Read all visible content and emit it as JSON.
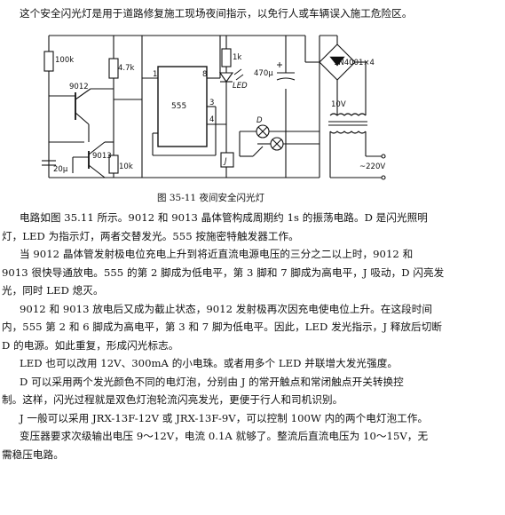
{
  "intro": "这个安全闪光灯是用于道路修复施工现场夜间指示，以免行人或车辆误入施工危险区。",
  "figure": {
    "caption": "图 35-11   夜间安全闪光灯",
    "labels": {
      "r1": "100k",
      "q1": "9012",
      "q2": "9013",
      "c1": "20μ",
      "r2": "4.7k",
      "r3": "10k",
      "pin1": "1",
      "pin8": "8",
      "pin3": "3",
      "pin4": "4",
      "ic": "555",
      "r4": "1k",
      "led": "LED",
      "c2": "470μ",
      "bridge": "1N4001×4",
      "v10": "10V",
      "lamp": "D",
      "relay": "J",
      "mains": "~220V"
    }
  },
  "paragraphs": [
    [
      "电路如图 35.11 所示。9012 和 9013 晶体管构成周期约 1s 的振荡电路。D 是闪光照明",
      "灯，LED 为指示灯，两者交替发光。555 按施密特触发器工作。"
    ],
    [
      "当 9012 晶体管发射极电位充电上升到将近直流电源电压的三分之二以上时，9012 和",
      "9013 很快导通放电。555 的第 2 脚成为低电平，第 3 脚和 7 脚成为高电平，J 吸动，D 闪亮发",
      "光，同时 LED 熄灭。"
    ],
    [
      "9012 和 9013 放电后又成为截止状态，9012 发射极再次因充电使电位上升。在这段时间",
      "内，555 第 2 和 6 脚成为高电平，第 3 和 7 脚为低电平。因此，LED 发光指示，J 释放后切断",
      "D 的电源。如此重复，形成闪光标志。"
    ],
    [
      "LED 也可以改用 12V、300mA 的小电珠。或者用多个 LED 并联增大发光强度。"
    ],
    [
      "D 可以采用两个发光颜色不同的电灯泡，分别由 J 的常开触点和常闭触点开关转换控",
      "制。这样，闪光过程就是双色灯泡轮流闪亮发光，更便于行人和司机识别。"
    ],
    [
      "J 一般可以采用 JRX-13F-12V 或 JRX-13F-9V，可以控制 100W 内的两个电灯泡工作。"
    ],
    [
      "变压器要求次级输出电压 9～12V，电流 0.1A 就够了。整流后直流电压为 10～15V，无",
      "需稳压电路。"
    ]
  ]
}
